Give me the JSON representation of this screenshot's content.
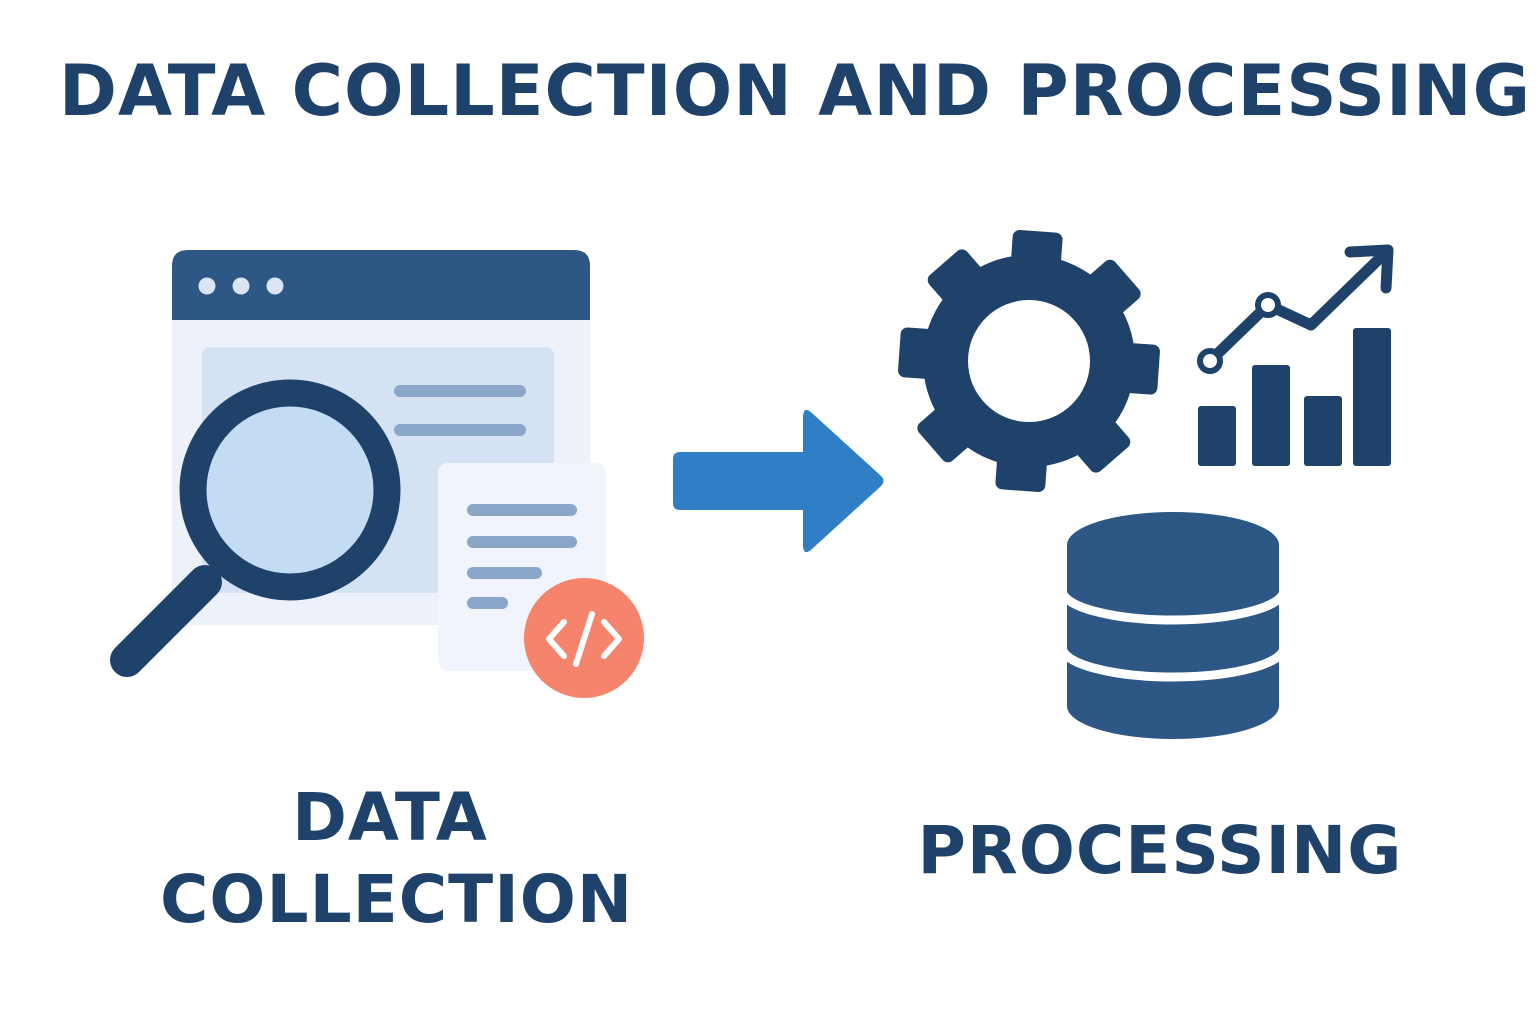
{
  "title": "DATA COLLECTION AND PROCESSING",
  "collection": {
    "label_line1": "DATA",
    "label_line2": "COLLECTION"
  },
  "processing": {
    "label": "PROCESSING"
  },
  "icons": {
    "browser_window": "browser-window-icon",
    "magnifier": "magnifier-icon",
    "document": "document-icon",
    "code": "code-icon",
    "arrow": "arrow-right-icon",
    "gear": "gear-icon",
    "chart": "trend-chart-icon",
    "database": "database-icon"
  },
  "colors": {
    "navy": "#1f426b",
    "browser_header": "#2d5785",
    "browser_body": "#edf2fa",
    "content_panel": "#d5e2f3",
    "text_lines": "#8aa6c8",
    "lens": "#c3dcf3",
    "doc_bg": "#f1f5fb",
    "code_badge": "#f6836c",
    "arrow": "#2f7ec6",
    "database": "#2d5785"
  }
}
